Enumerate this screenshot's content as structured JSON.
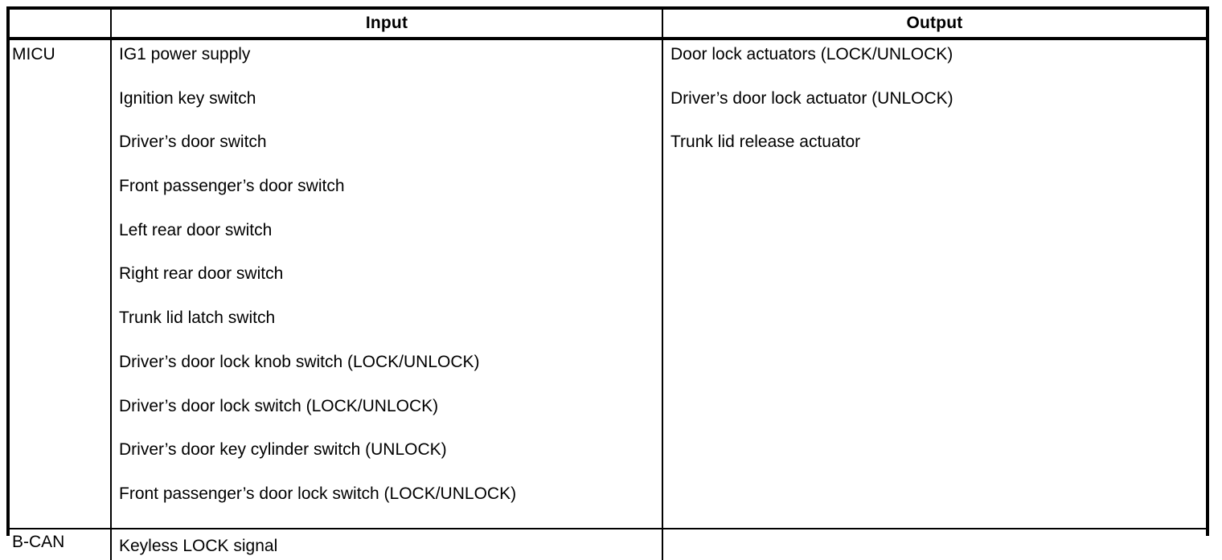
{
  "table": {
    "columns": [
      {
        "key": "source",
        "label": ""
      },
      {
        "key": "input",
        "label": "Input"
      },
      {
        "key": "output",
        "label": "Output"
      }
    ],
    "rows": [
      {
        "source": "MICU",
        "input": [
          "IG1 power supply",
          "Ignition key switch",
          "Driver’s door switch",
          "Front passenger’s door switch",
          "Left rear door switch",
          "Right rear door switch",
          "Trunk lid latch switch",
          "Driver’s door lock knob switch (LOCK/UNLOCK)",
          "Driver’s door lock switch (LOCK/UNLOCK)",
          "Driver’s door key cylinder switch (UNLOCK)",
          "Front passenger’s door lock switch (LOCK/UNLOCK)"
        ],
        "output": [
          "Door lock actuators (LOCK/UNLOCK)",
          "Driver’s door lock actuator (UNLOCK)",
          "Trunk lid release actuator"
        ]
      },
      {
        "source": "B-CAN",
        "input": [
          "Keyless LOCK signal"
        ],
        "output": []
      }
    ]
  },
  "colors": {
    "border": "#000000",
    "text": "#000000",
    "background": "#ffffff"
  }
}
